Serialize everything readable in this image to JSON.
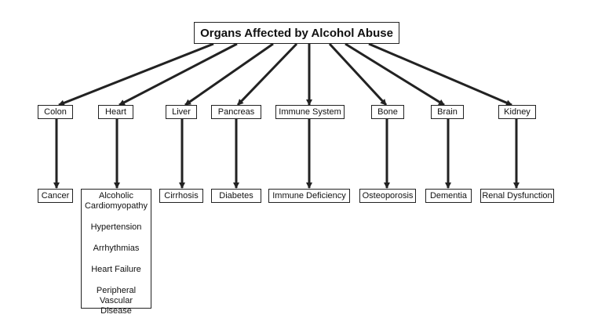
{
  "title": "Organs Affected by Alcohol Abuse",
  "organs": [
    "Colon",
    "Heart",
    "Liver",
    "Pancreas",
    "Immune System",
    "Bone",
    "Brain",
    "Kidney"
  ],
  "effects": {
    "colon": "Cancer",
    "heart": [
      "Alcoholic Cardiomyopathy",
      "Hypertension",
      "Arrhythmias",
      "Heart Failure",
      "Peripheral Vascular Disease"
    ],
    "liver": "Cirrhosis",
    "pancreas": "Diabetes",
    "immune_system": "Immune Deficiency",
    "bone": "Osteoporosis",
    "brain": "Dementia",
    "kidney": "Renal Dysfunction"
  }
}
